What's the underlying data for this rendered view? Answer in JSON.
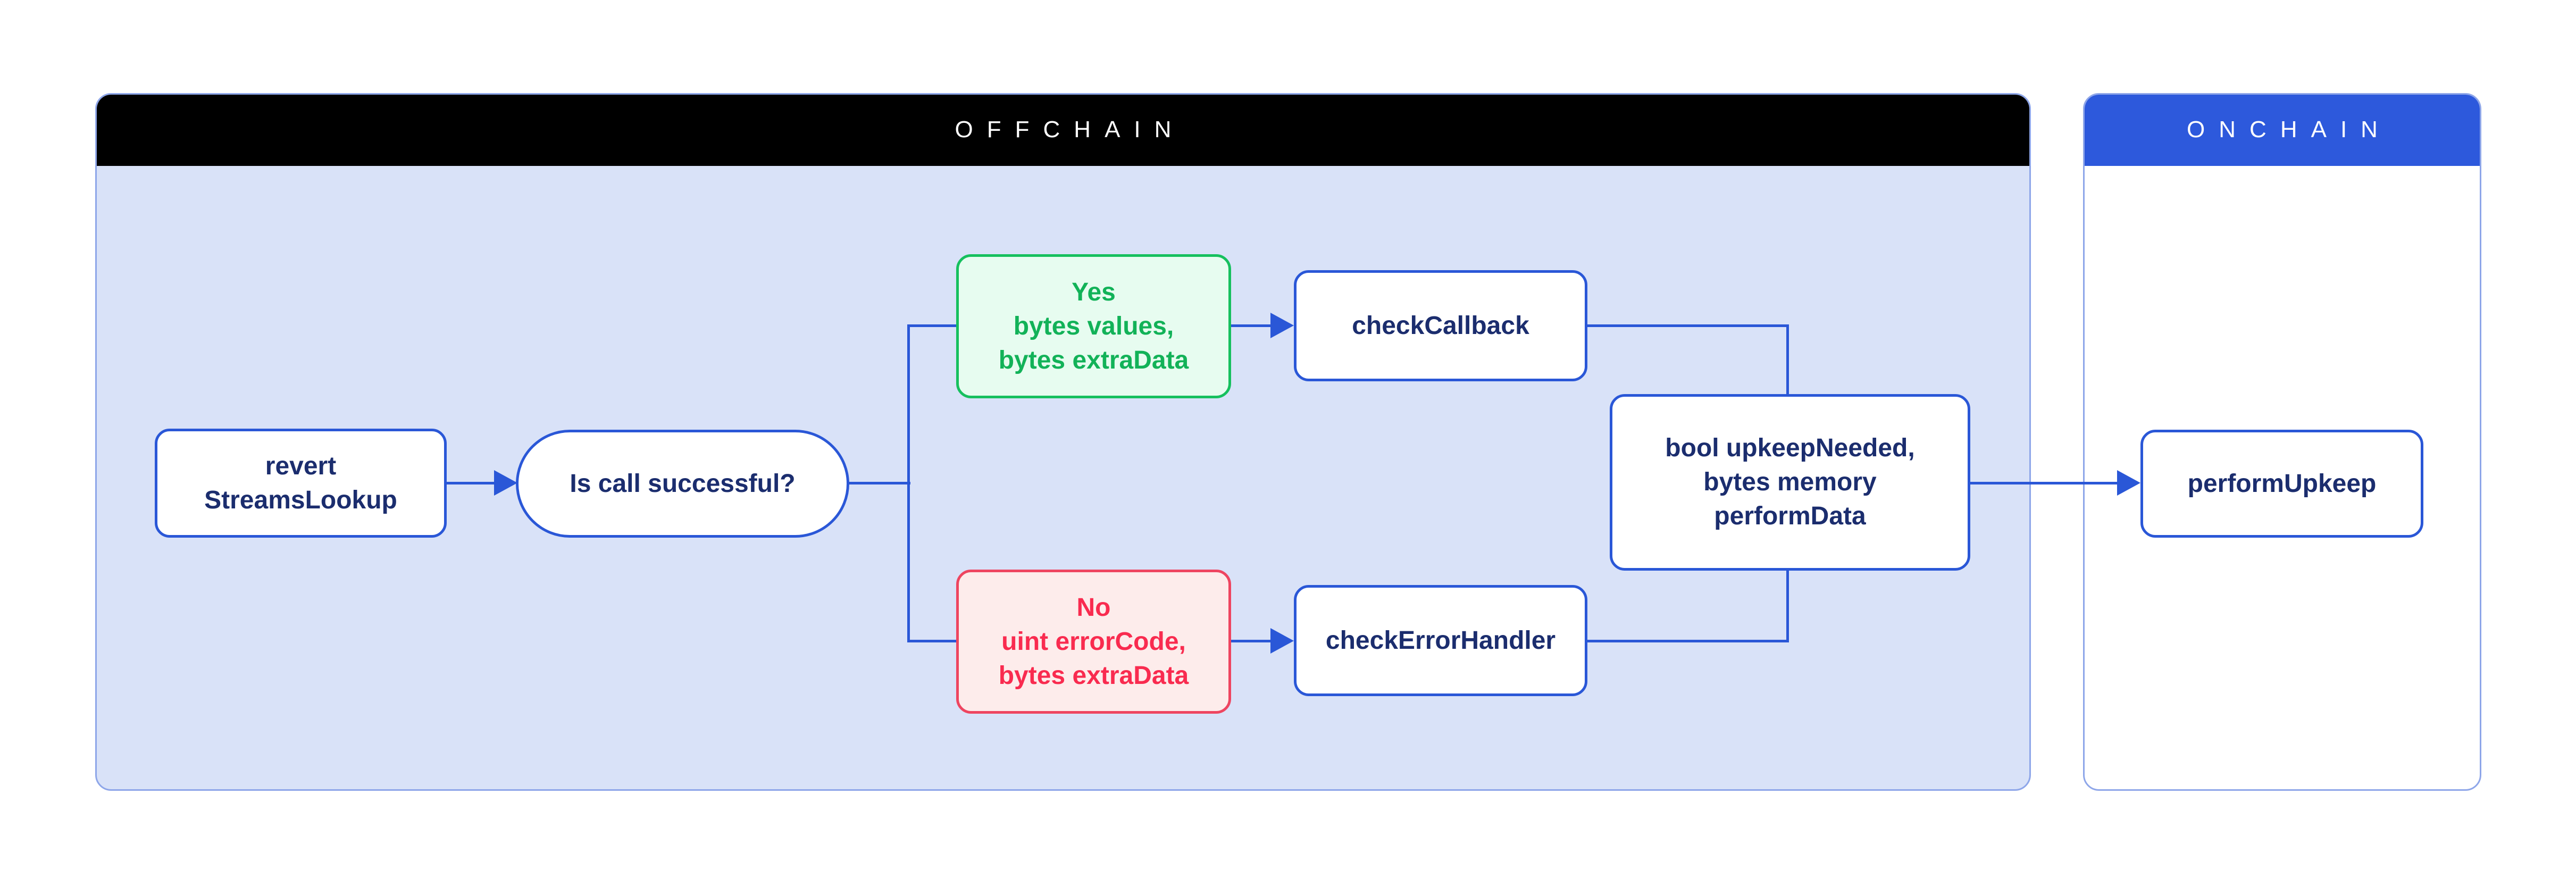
{
  "sections": {
    "offchain": {
      "title": "OFFCHAIN"
    },
    "onchain": {
      "title": "ONCHAIN"
    }
  },
  "nodes": {
    "revert_streams_lookup": {
      "lines": [
        "revert",
        "StreamsLookup"
      ]
    },
    "is_call_successful": {
      "label": "Is call successful?"
    },
    "yes_branch": {
      "lines": [
        "Yes",
        "bytes values,",
        "bytes extraData"
      ]
    },
    "no_branch": {
      "lines": [
        "No",
        "uint errorCode,",
        "bytes extraData"
      ]
    },
    "check_callback": {
      "label": "checkCallback"
    },
    "check_error_handler": {
      "label": "checkErrorHandler"
    },
    "upkeep_result": {
      "lines": [
        "bool upkeepNeeded,",
        "bytes memory",
        "performData"
      ]
    },
    "perform_upkeep": {
      "label": "performUpkeep"
    }
  },
  "colors": {
    "accent-blue": "#2a57d7",
    "navy-text": "#1b2d6e",
    "green-border": "#16c05e",
    "green-text": "#12b258",
    "green-bg": "#e7fcf0",
    "red-border": "#ee4560",
    "red-text": "#f92b4f",
    "red-bg": "#fdeceb",
    "offchain-header-bg": "#000000",
    "onchain-header-bg": "#2d59dc",
    "offchain-body-bg": "#d9e2f8",
    "panel-border": "#8ea6e9",
    "page-bg": "#ffffff"
  }
}
